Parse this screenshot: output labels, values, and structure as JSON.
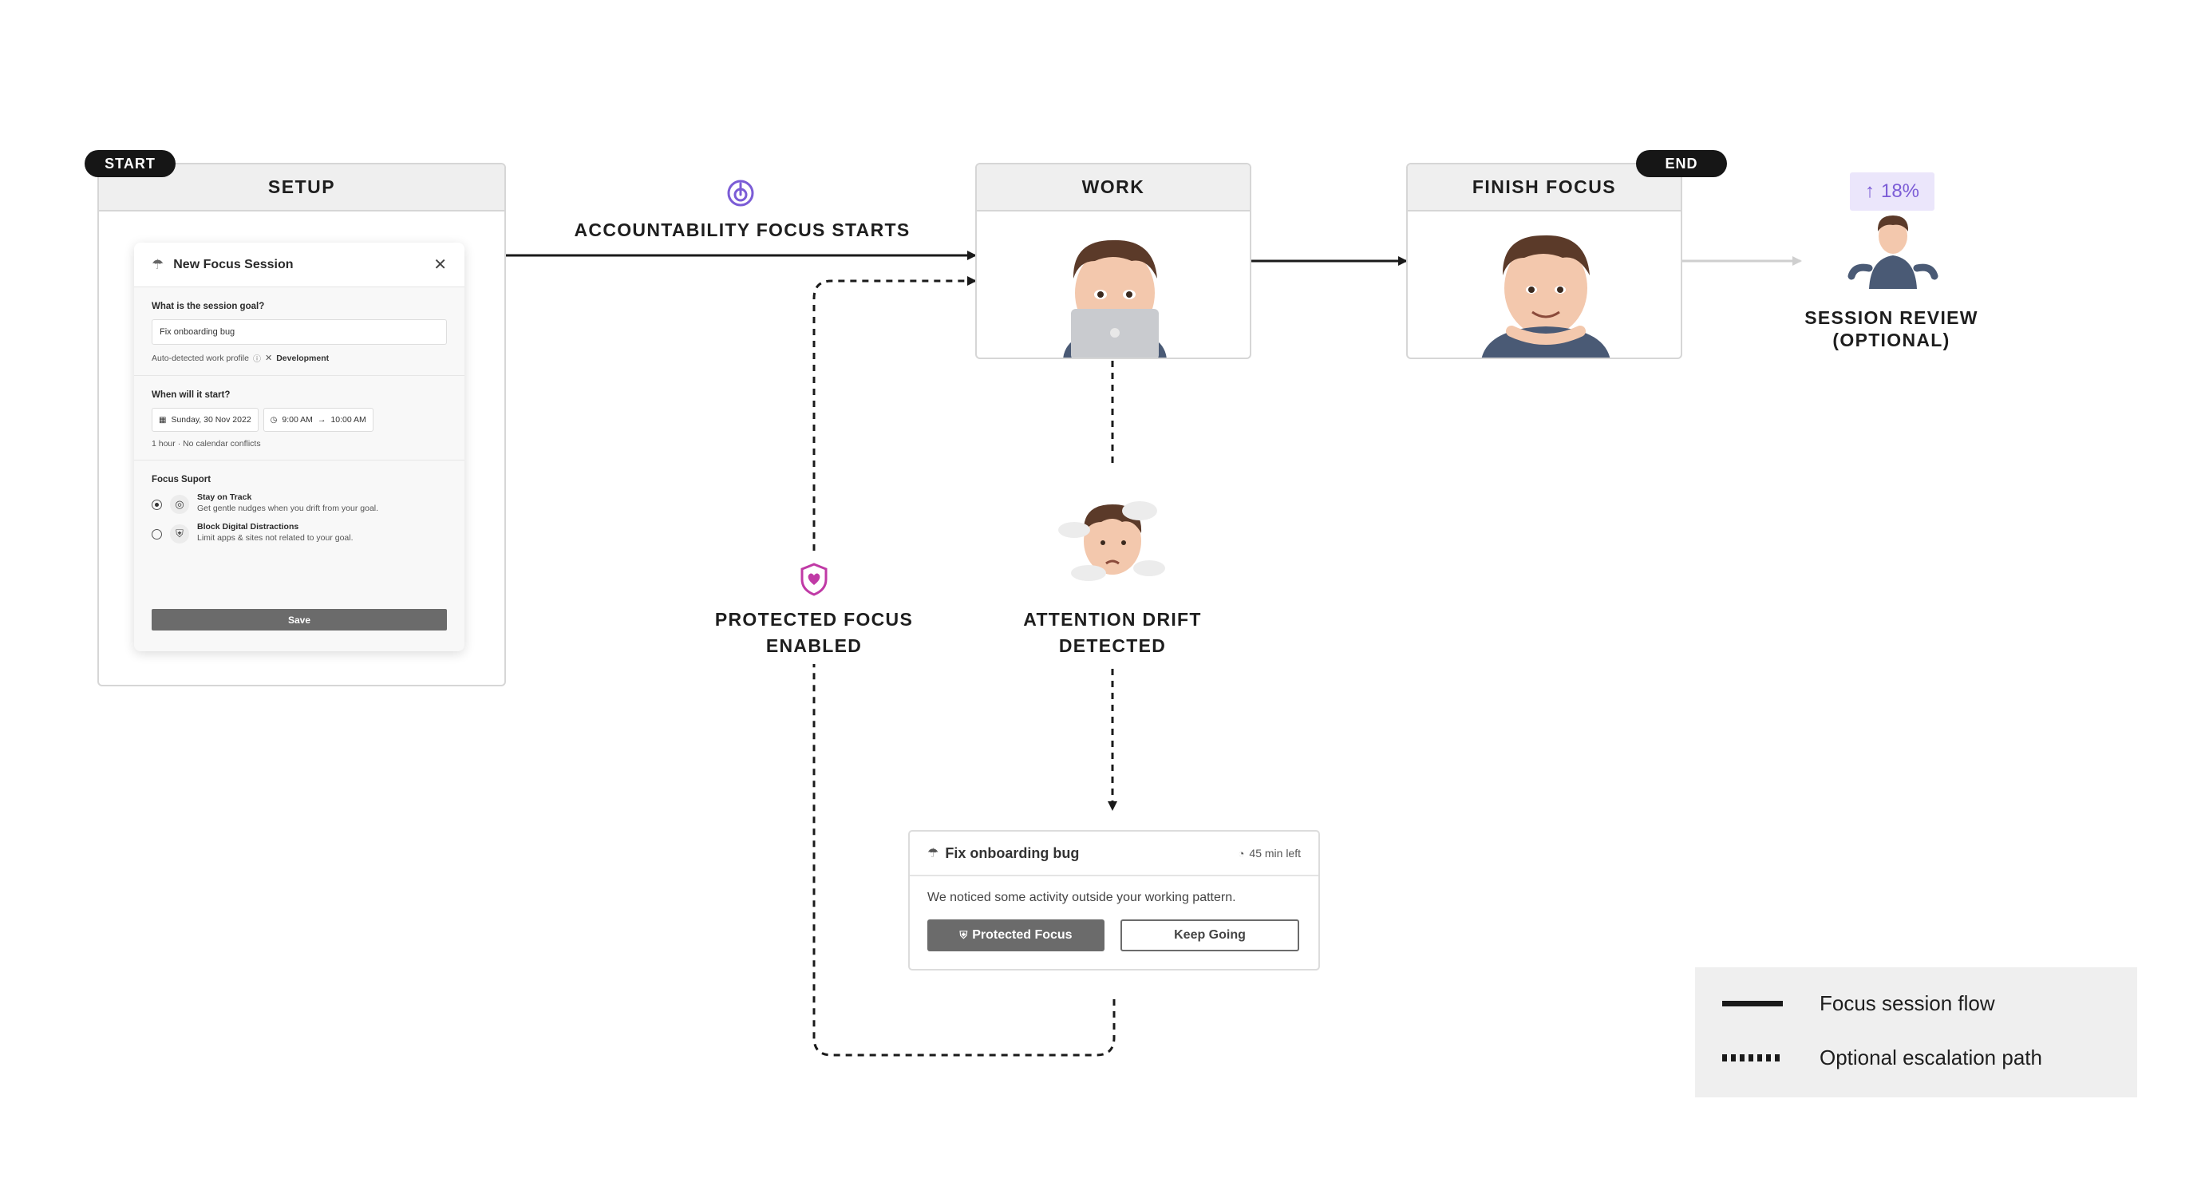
{
  "stages": {
    "setup": {
      "title": "SETUP",
      "pill": "START"
    },
    "work": {
      "title": "WORK"
    },
    "finish": {
      "title": "FINISH FOCUS",
      "pill": "END"
    }
  },
  "modal": {
    "icon": "umbrella-icon",
    "title": "New Focus Session",
    "close": "✕",
    "goal_label": "What is the session goal?",
    "goal_value": "Fix onboarding bug",
    "profile_hint": "Auto-detected work profile",
    "profile_value": "Development",
    "when_label": "When will it start?",
    "date": "Sunday, 30 Nov 2022",
    "time_start": "9:00 AM",
    "time_arrow": "→",
    "time_end": "10:00 AM",
    "duration_hint": "1 hour · No calendar conflicts",
    "support_label": "Focus Suport",
    "options": [
      {
        "title": "Stay on Track",
        "desc": "Get gentle nudges when you drift from your goal.",
        "selected": true
      },
      {
        "title": "Block Digital Distractions",
        "desc": "Limit apps & sites not related to your goal.",
        "selected": false
      }
    ],
    "save": "Save"
  },
  "labels": {
    "accountability": "ACCOUNTABILITY FOCUS STARTS",
    "protected_line1": "PROTECTED FOCUS",
    "protected_line2": "ENABLED",
    "drift_line1": "ATTENTION DRIFT",
    "drift_line2": "DETECTED",
    "review_line1": "SESSION REVIEW",
    "review_line2": "(OPTIONAL)"
  },
  "badge": {
    "arrow": "↑",
    "value": "18%"
  },
  "alert": {
    "title": "Fix onboarding bug",
    "time": "45 min left",
    "message": "We noticed some activity outside your working pattern.",
    "primary": "Protected Focus",
    "secondary": "Keep Going"
  },
  "legend": {
    "solid": "Focus session flow",
    "dashed": "Optional escalation path"
  },
  "colors": {
    "accent_purple": "#7b5cd6",
    "accent_pink": "#c03aa6",
    "line": "#1a1a1a"
  }
}
